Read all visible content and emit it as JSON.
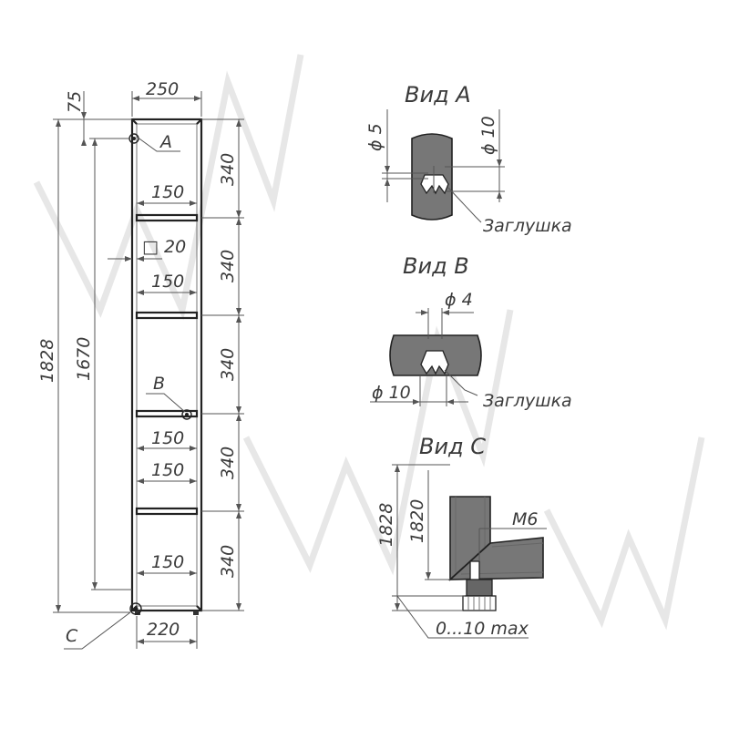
{
  "front_view": {
    "dims": {
      "width_top": "250",
      "top_offset": "75",
      "total_height": "1828",
      "inner_height": "1670",
      "width_bottom": "220",
      "section_height": "340",
      "shelf_width": "150",
      "profile": "□ 20"
    },
    "callouts": {
      "a": "A",
      "b": "B",
      "c": "C"
    }
  },
  "view_a": {
    "title": "Вид А",
    "dim_small": "ϕ 5",
    "dim_large": "ϕ 10",
    "plug_label": "Заглушка"
  },
  "view_b": {
    "title": "Вид В",
    "dim_small": "ϕ 4",
    "dim_large": "ϕ 10",
    "plug_label": "Заглушка"
  },
  "view_c": {
    "title": "Вид С",
    "dim_total": "1828",
    "dim_inner": "1820",
    "thread": "M6",
    "adjust_range": "0...10 max"
  },
  "colors": {
    "line": "#555555",
    "frame": "#222222",
    "fill": "#777777",
    "text": "#3a3a3a"
  }
}
